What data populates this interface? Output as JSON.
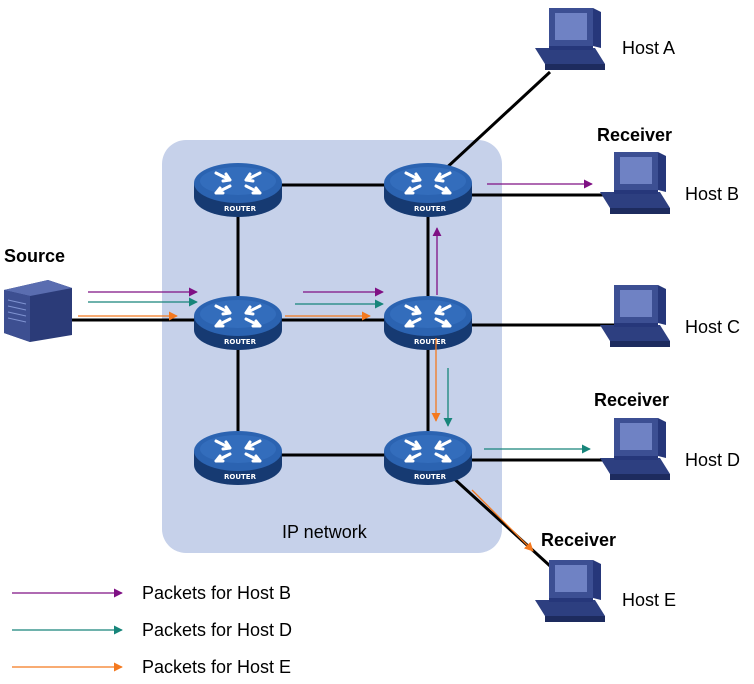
{
  "network_label": "IP network",
  "source_label": "Source",
  "router_label": "ROUTER",
  "receiver_label": "Receiver",
  "hosts": {
    "a": "Host A",
    "b": "Host B",
    "c": "Host C",
    "d": "Host D",
    "e": "Host E"
  },
  "legend": [
    {
      "label": "Packets for Host B",
      "color": "#7f1084"
    },
    {
      "label": "Packets for Host D",
      "color": "#17857a"
    },
    {
      "label": "Packets for Host E",
      "color": "#f4791f"
    }
  ],
  "colors": {
    "network_bg": "#c6d1ea",
    "router": "#23539a",
    "computer": "#3c4f93",
    "server": "#3a4c8c"
  }
}
